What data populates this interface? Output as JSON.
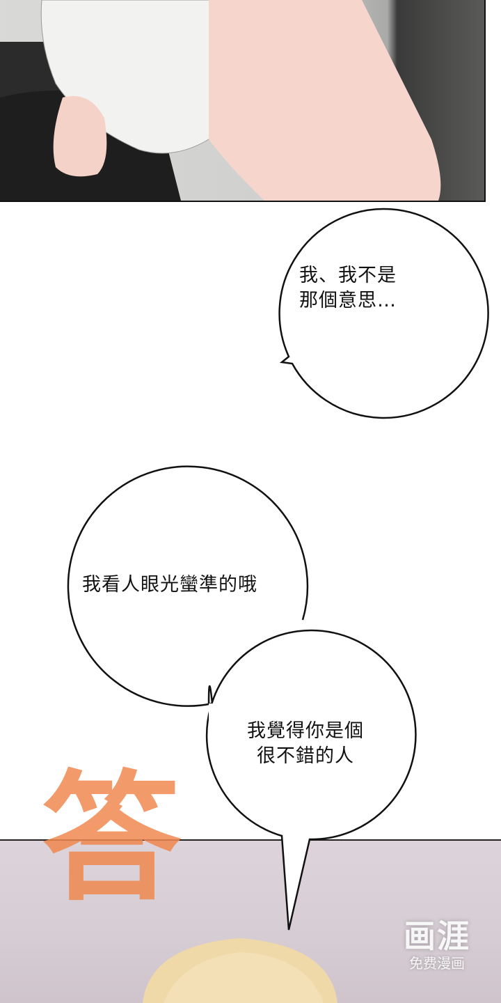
{
  "bubbles": [
    {
      "line1": "我、我不是",
      "line2": "那個意思…"
    },
    {
      "line1": "我看人眼光蠻準的哦"
    },
    {
      "line1": "我覺得你是個",
      "line2": "很不錯的人"
    }
  ],
  "sfx": "答",
  "watermark": {
    "logo": "画涯",
    "subtitle": "免费漫画"
  },
  "colors": {
    "sfx": "#f0894f",
    "panel_top_bg": "#d3d3d1",
    "panel_bottom_bg": "#d8ced5"
  }
}
